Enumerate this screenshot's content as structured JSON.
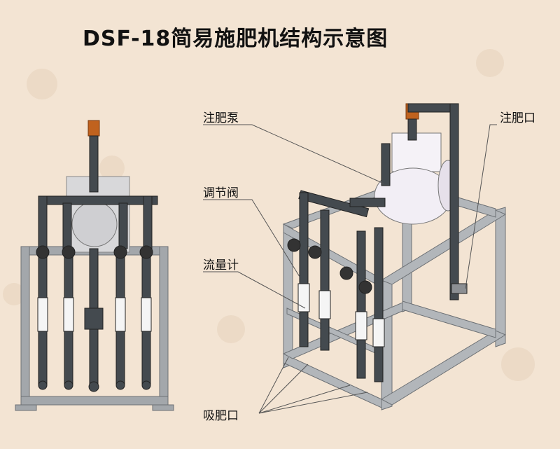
{
  "title": "DSF-18简易施肥机结构示意图",
  "labels": {
    "pump": "注肥泵",
    "injection_port": "注肥口",
    "valve": "调节阀",
    "flowmeter": "流量计",
    "suction_port": "吸肥口"
  },
  "colors": {
    "background": "#f3e4d3",
    "frame": "#9a9ea3",
    "pipe": "#3e4246",
    "pump_body": "#f2eef5",
    "cap": "#c0621e"
  }
}
